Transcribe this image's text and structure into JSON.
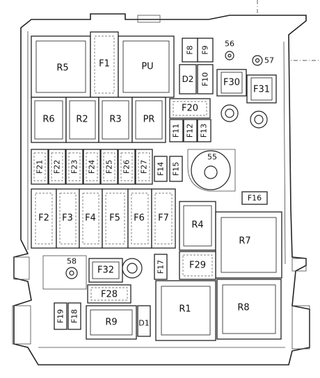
{
  "diagram": {
    "relays": {
      "R5": "R5",
      "F1": "F1",
      "PU": "PU",
      "R6": "R6",
      "R2": "R2",
      "R3": "R3",
      "PR": "PR",
      "R4": "R4",
      "R7": "R7",
      "R1": "R1",
      "R8": "R8",
      "R9": "R9",
      "D1": "D1",
      "D2": "D2"
    },
    "fuses": {
      "F2": "F2",
      "F3": "F3",
      "F4": "F4",
      "F5": "F5",
      "F6": "F6",
      "F7": "F7",
      "F8": "F8",
      "F9": "F9",
      "F10": "F10",
      "F11": "F11",
      "F12": "F12",
      "F13": "F13",
      "F14": "F14",
      "F15": "F15",
      "F16": "F16",
      "F17": "F17",
      "F18": "F18",
      "F19": "F19",
      "F20": "F20",
      "F21": "F21",
      "F22": "F22",
      "F23": "F23",
      "F24": "F24",
      "F25": "F25",
      "F26": "F26",
      "F27": "F27",
      "F28": "F28",
      "F29": "F29",
      "F30": "F30",
      "F31": "F31",
      "F32": "F32"
    },
    "studs": {
      "s55": "55",
      "s56": "56",
      "s57": "57",
      "s58": "58"
    }
  }
}
